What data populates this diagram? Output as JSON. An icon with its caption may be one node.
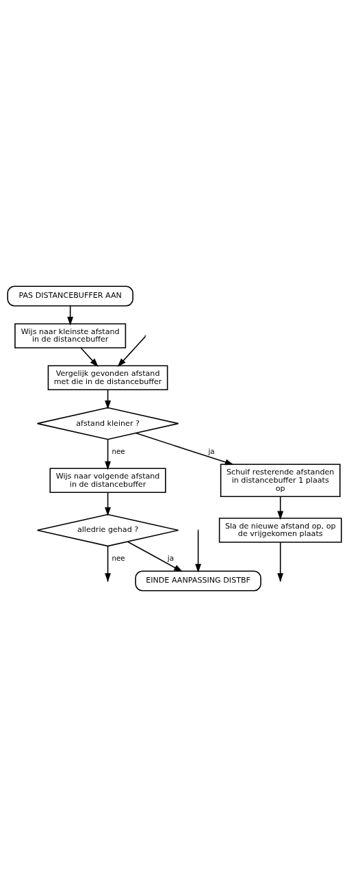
{
  "diagram": {
    "nodes": [
      {
        "text": [
          "PAS DISTANCEBUFFER AAN"
        ]
      },
      {
        "text": [
          "Wijs naar kleinste afstand in de distancebuffer"
        ]
      },
      {
        "text": [
          "Vergelijk gevonden afstand met die in de distancebuffer"
        ]
      },
      {
        "text": [
          "afstand kleiner ?"
        ]
      },
      {
        "text": [
          "Wijs naar volgende afstand in de distancebuffer"
        ]
      },
      {
        "text": [
          "alledrie gehad ?"
        ]
      },
      {
        "text": [
          "EINDE AANPASSING DISTBF"
        ]
      },
      {
        "text": [
          "Schuif resterende afstanden in distancebuffer 1 plaats op"
        ]
      },
      {
        "text": [
          "Sla de nieuwe afstand op, op de vrijgekomen plaats"
        ]
      }
    ],
    "edges": [
      {
        "from": 0,
        "to": 1,
        "arrow": "to"
      },
      {
        "from": 1,
        "to": 2,
        "arrow": "to"
      },
      {
        "from": null,
        "to": 2,
        "arrow": "to"
      },
      {
        "from": 2,
        "to": 3,
        "arrow": "to"
      },
      {
        "from": 3,
        "to": 7,
        "arrow": "to",
        "label": "ja"
      },
      {
        "from": 3,
        "to": 4,
        "arrow": "to",
        "label": "nee"
      },
      {
        "from": 4,
        "to": 5,
        "arrow": "to"
      },
      {
        "from": 5,
        "to": null,
        "arrow": "to",
        "label": "nee"
      },
      {
        "from": 5,
        "to": 6,
        "arrow": "to",
        "label": "ja"
      },
      {
        "from": null,
        "to": 6,
        "arrow": "to"
      },
      {
        "from": 7,
        "to": 8,
        "arrow": "to"
      },
      {
        "from": 8,
        "to": null,
        "arrow": "to"
      }
    ]
  }
}
